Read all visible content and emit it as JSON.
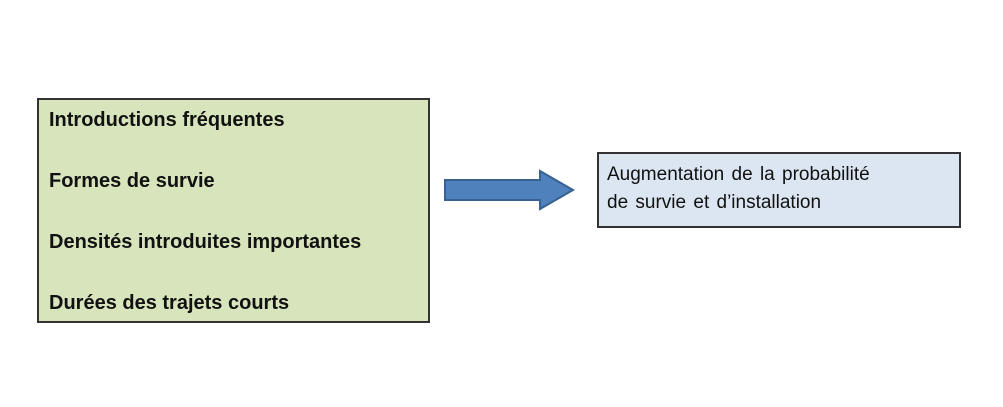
{
  "diagram": {
    "left_box": {
      "items": [
        "Introductions fréquentes",
        "Formes de survie",
        "Densités introduites importantes",
        "Durées des trajets courts"
      ],
      "fill": "#d8e4bc",
      "border_color": "#333333",
      "text_color": "#111111"
    },
    "arrow": {
      "direction": "right",
      "fill": "#4f81bd",
      "stroke": "#38618f"
    },
    "right_box": {
      "lines": [
        "Augmentation de la probabilité",
        "de survie et d’installation"
      ],
      "fill": "#dbe6f2",
      "border_color": "#333333",
      "text_color": "#111111"
    }
  }
}
